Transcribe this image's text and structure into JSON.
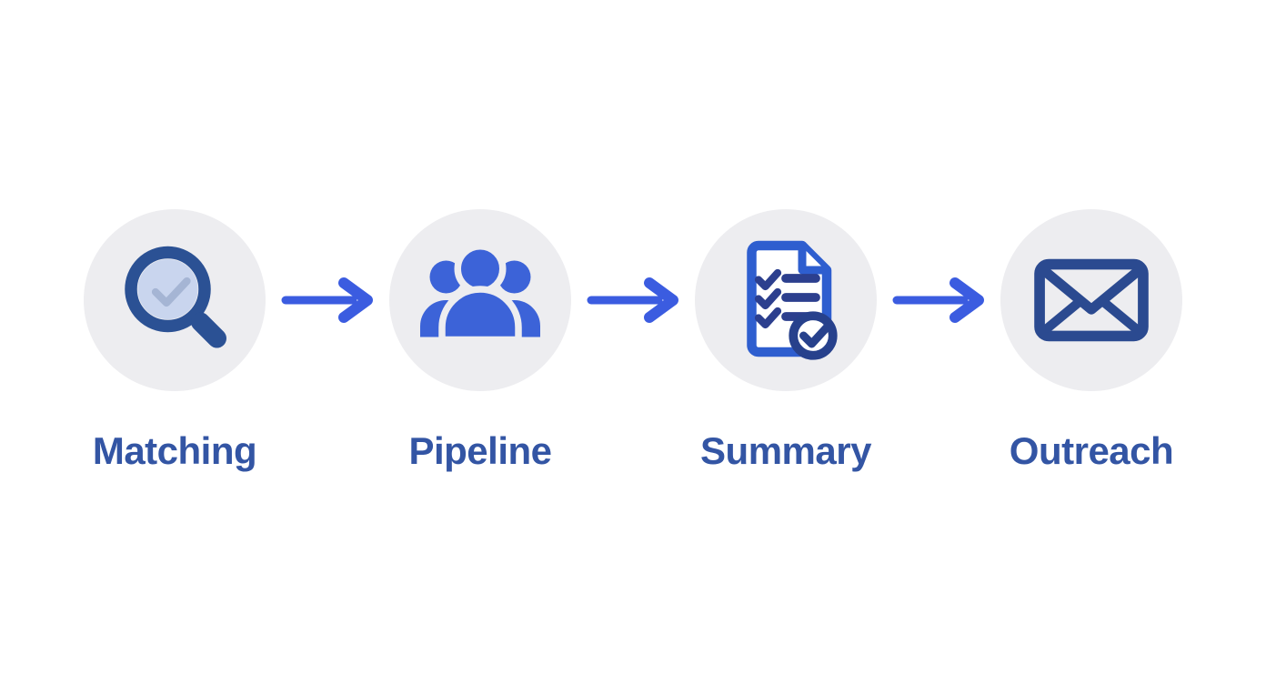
{
  "diagram": {
    "steps": [
      {
        "label": "Matching",
        "icon": "magnifier-check-icon"
      },
      {
        "label": "Pipeline",
        "icon": "people-group-icon"
      },
      {
        "label": "Summary",
        "icon": "document-checklist-icon"
      },
      {
        "label": "Outreach",
        "icon": "envelope-icon"
      }
    ],
    "connector": "arrow-right-icon",
    "colors": {
      "background": "#ffffff",
      "circle_bg": "#ededf0",
      "arrow": "#3b5ce0",
      "label": "#3355a4",
      "magnifier": "#2b5194",
      "lens_fill": "#c9d5ee",
      "lens_check": "#a5b5d4",
      "people": "#3c63d8",
      "doc_stroke": "#2e5ecf",
      "doc_detail": "#2c3f8e",
      "doc_badge": "#27418c",
      "envelope": "#2b4a90"
    }
  }
}
